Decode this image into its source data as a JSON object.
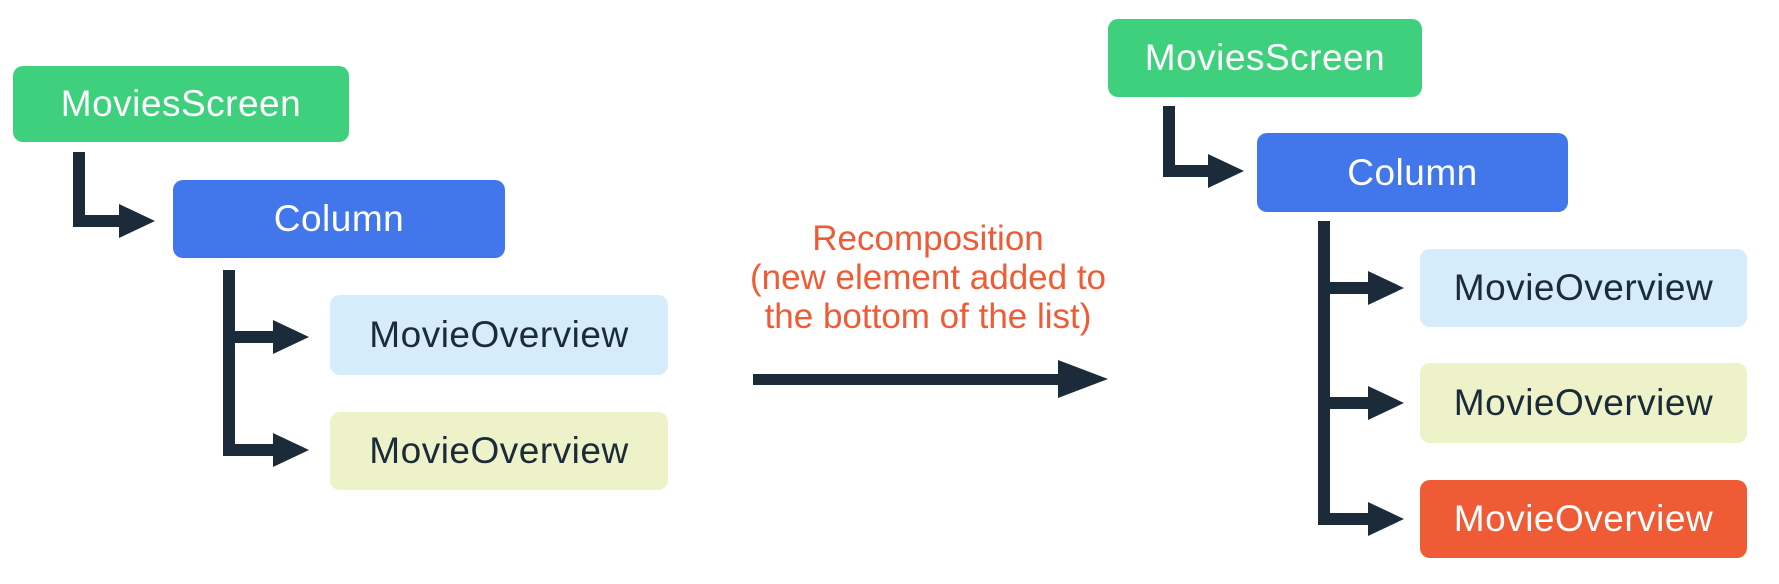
{
  "diagram": {
    "description_colors": {
      "screen_green": "#3fd07e",
      "column_blue": "#4277eb",
      "item_light_blue": "#d4ecfb",
      "item_light_yellow": "#eef2c9",
      "item_new_orange": "#ee5b35",
      "connector_navy": "#1b2b3a",
      "annotation_orange": "#ee5b35",
      "background": "#ffffff"
    },
    "left_tree": {
      "nodes": [
        {
          "id": "movies-screen",
          "label": "MoviesScreen"
        },
        {
          "id": "column",
          "label": "Column"
        },
        {
          "id": "movie-overview-1",
          "label": "MovieOverview"
        },
        {
          "id": "movie-overview-2",
          "label": "MovieOverview"
        }
      ]
    },
    "right_tree": {
      "nodes": [
        {
          "id": "movies-screen",
          "label": "MoviesScreen"
        },
        {
          "id": "column",
          "label": "Column"
        },
        {
          "id": "movie-overview-1",
          "label": "MovieOverview"
        },
        {
          "id": "movie-overview-2",
          "label": "MovieOverview"
        },
        {
          "id": "movie-overview-3-new",
          "label": "MovieOverview",
          "highlight": "new-element"
        }
      ]
    },
    "annotation": {
      "lines": [
        "Recomposition",
        "(new element added to",
        "the bottom of the list)"
      ]
    }
  }
}
